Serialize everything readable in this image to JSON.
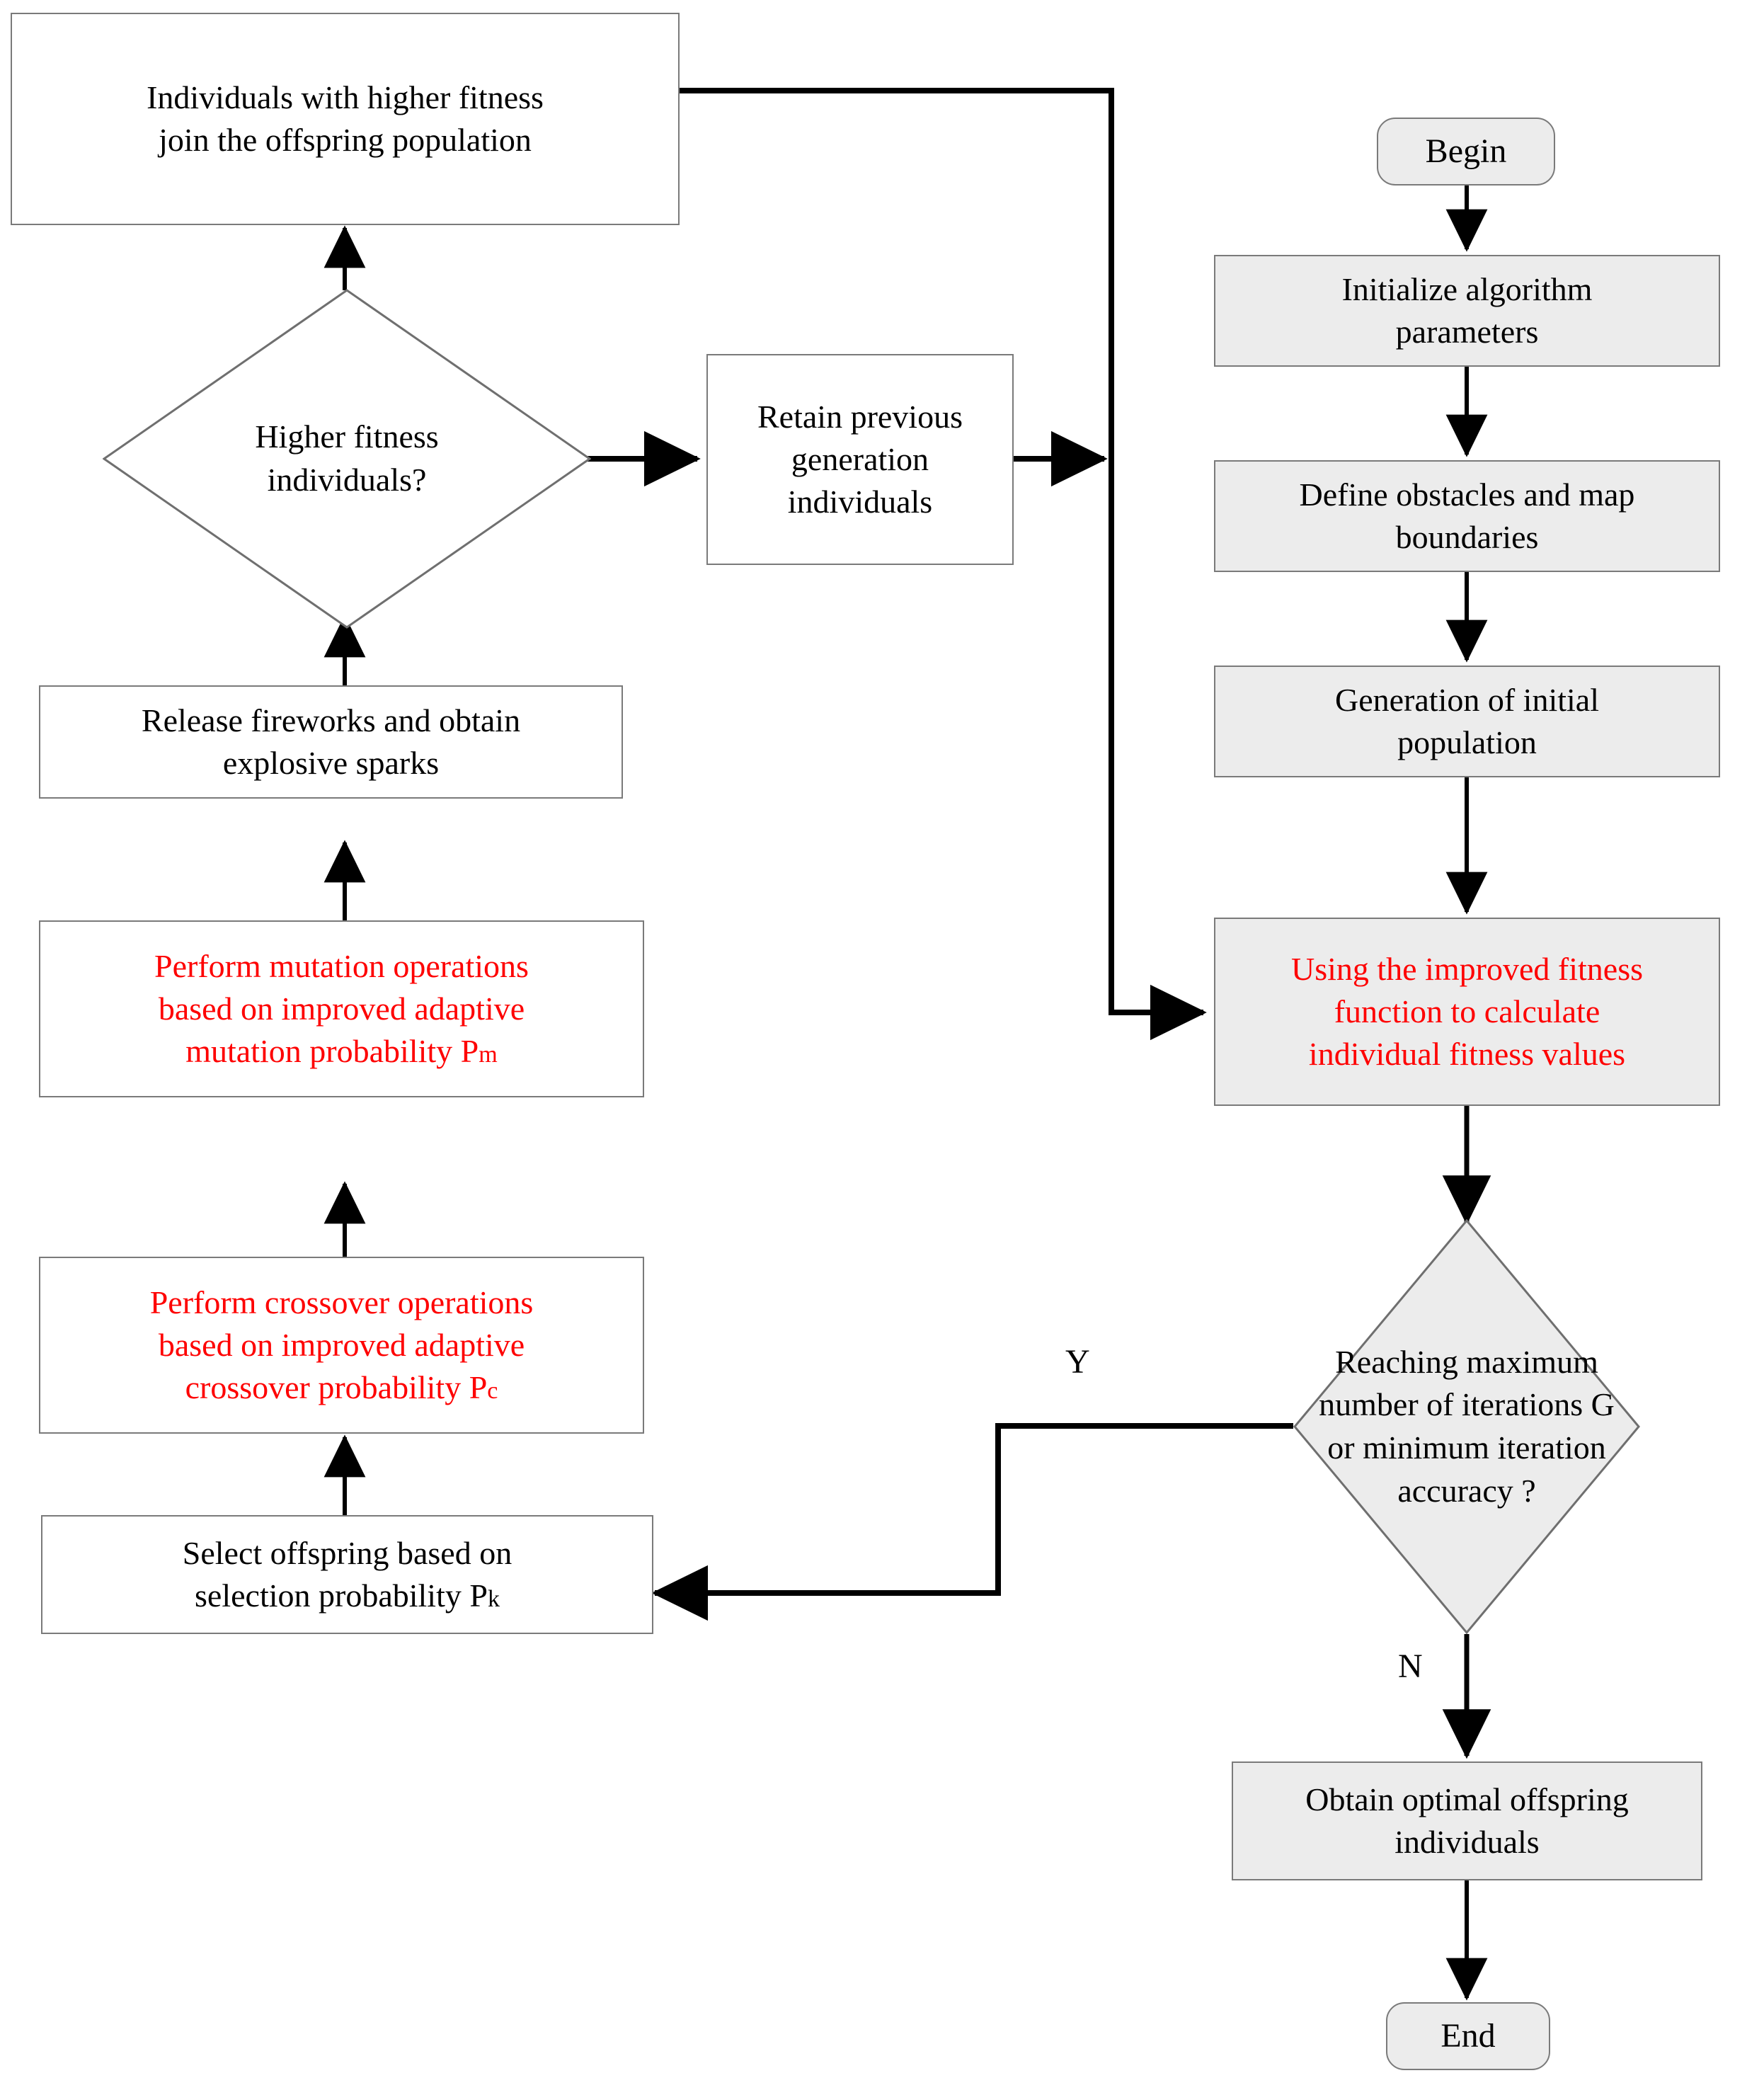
{
  "diagram": {
    "title": "Improved genetic algorithm with fireworks flowchart",
    "colors": {
      "accent_red": "#fe0000",
      "node_fill_shaded": "#ececec",
      "node_fill_plain": "#ffffff",
      "node_border": "#7a7a7a",
      "connector": "#000000"
    }
  },
  "nodes": {
    "join_offspring": {
      "label": "Individuals with higher fitness\njoin the offspring population",
      "shape": "rectangle",
      "fill": "white",
      "text_color": "black"
    },
    "higher_fitness_decision": {
      "label": "Higher fitness\nindividuals?",
      "shape": "diamond",
      "fill": "white",
      "text_color": "black"
    },
    "retain_previous": {
      "label": "Retain previous\ngeneration\nindividuals",
      "shape": "rectangle",
      "fill": "white",
      "text_color": "black"
    },
    "release_fireworks": {
      "label": "Release fireworks and obtain\nexplosive sparks",
      "shape": "rectangle",
      "fill": "white",
      "text_color": "black"
    },
    "mutation": {
      "line1": "Perform mutation operations",
      "line2": "based on improved adaptive",
      "line3_prefix": "mutation probability P",
      "line3_sub": "m",
      "shape": "rectangle",
      "fill": "white",
      "text_color": "red"
    },
    "crossover": {
      "line1": "Perform crossover operations",
      "line2": "based on improved adaptive",
      "line3_prefix": "crossover probability P",
      "line3_sub": "c",
      "shape": "rectangle",
      "fill": "white",
      "text_color": "red"
    },
    "select_offspring": {
      "line1": "Select offspring based on",
      "line2_prefix": "selection probability P",
      "line2_sub": "k",
      "shape": "rectangle",
      "fill": "white",
      "text_color": "black"
    },
    "begin": {
      "label": "Begin",
      "shape": "rounded",
      "fill": "gray",
      "text_color": "black"
    },
    "init_params": {
      "label": "Initialize algorithm\nparameters",
      "shape": "rectangle",
      "fill": "gray",
      "text_color": "black"
    },
    "define_obstacles": {
      "label": "Define obstacles and map\nboundaries",
      "shape": "rectangle",
      "fill": "gray",
      "text_color": "black"
    },
    "initial_population": {
      "label": "Generation of initial\npopulation",
      "shape": "rectangle",
      "fill": "gray",
      "text_color": "black"
    },
    "fitness_function": {
      "label": "Using the improved fitness\nfunction to calculate\nindividual fitness values",
      "shape": "rectangle",
      "fill": "gray",
      "text_color": "red"
    },
    "stop_decision": {
      "label": "Reaching maximum\nnumber of iterations G\nor minimum iteration\naccuracy ?",
      "shape": "diamond",
      "fill": "gray",
      "text_color": "black"
    },
    "optimal_offspring": {
      "label": "Obtain optimal offspring\nindividuals",
      "shape": "rectangle",
      "fill": "gray",
      "text_color": "black"
    },
    "end": {
      "label": "End",
      "shape": "rounded",
      "fill": "gray",
      "text_color": "black"
    }
  },
  "edge_labels": {
    "yes": "Y",
    "no": "N"
  },
  "edges": [
    {
      "from": "begin",
      "to": "init_params",
      "label": ""
    },
    {
      "from": "init_params",
      "to": "define_obstacles",
      "label": ""
    },
    {
      "from": "define_obstacles",
      "to": "initial_population",
      "label": ""
    },
    {
      "from": "initial_population",
      "to": "fitness_function",
      "label": ""
    },
    {
      "from": "fitness_function",
      "to": "stop_decision",
      "label": ""
    },
    {
      "from": "stop_decision",
      "to": "select_offspring",
      "label": "Y"
    },
    {
      "from": "stop_decision",
      "to": "optimal_offspring",
      "label": "N"
    },
    {
      "from": "optimal_offspring",
      "to": "end",
      "label": ""
    },
    {
      "from": "select_offspring",
      "to": "crossover",
      "label": ""
    },
    {
      "from": "crossover",
      "to": "mutation",
      "label": ""
    },
    {
      "from": "mutation",
      "to": "release_fireworks",
      "label": ""
    },
    {
      "from": "release_fireworks",
      "to": "higher_fitness_decision",
      "label": ""
    },
    {
      "from": "higher_fitness_decision",
      "to": "join_offspring",
      "label": ""
    },
    {
      "from": "higher_fitness_decision",
      "to": "retain_previous",
      "label": ""
    },
    {
      "from": "retain_previous",
      "to": "fitness_function",
      "label": ""
    },
    {
      "from": "join_offspring",
      "to": "fitness_function",
      "label": ""
    }
  ]
}
